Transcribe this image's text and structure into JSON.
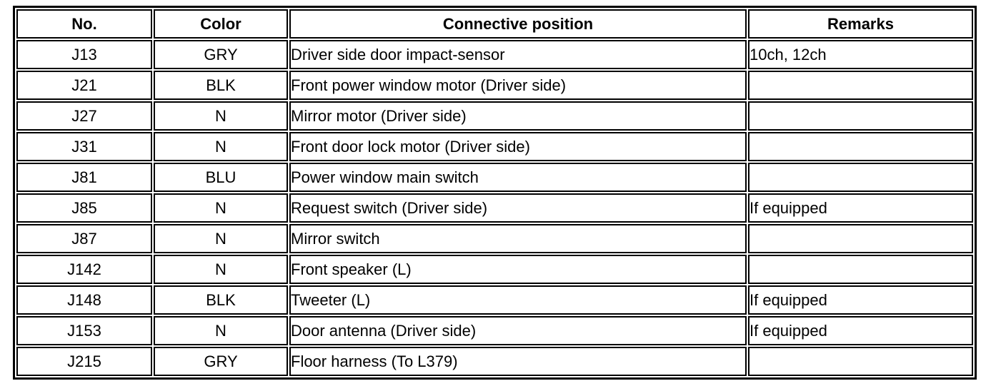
{
  "colors": {
    "border": "#000000",
    "background": "#ffffff",
    "text": "#000000"
  },
  "table": {
    "headers": [
      "No.",
      "Color",
      "Connective position",
      "Remarks"
    ],
    "rows": [
      {
        "no": "J13",
        "color": "GRY",
        "position": "Driver side door impact-sensor",
        "remarks": "10ch, 12ch"
      },
      {
        "no": "J21",
        "color": "BLK",
        "position": "Front power window motor (Driver side)",
        "remarks": ""
      },
      {
        "no": "J27",
        "color": "N",
        "position": "Mirror motor (Driver side)",
        "remarks": ""
      },
      {
        "no": "J31",
        "color": "N",
        "position": "Front door lock motor (Driver side)",
        "remarks": ""
      },
      {
        "no": "J81",
        "color": "BLU",
        "position": "Power window main switch",
        "remarks": ""
      },
      {
        "no": "J85",
        "color": "N",
        "position": "Request switch (Driver side)",
        "remarks": "If equipped"
      },
      {
        "no": "J87",
        "color": "N",
        "position": "Mirror switch",
        "remarks": ""
      },
      {
        "no": "J142",
        "color": "N",
        "position": "Front speaker (L)",
        "remarks": ""
      },
      {
        "no": "J148",
        "color": "BLK",
        "position": "Tweeter (L)",
        "remarks": "If equipped"
      },
      {
        "no": "J153",
        "color": "N",
        "position": "Door antenna (Driver side)",
        "remarks": "If equipped"
      },
      {
        "no": "J215",
        "color": "GRY",
        "position": "Floor harness (To L379)",
        "remarks": ""
      }
    ]
  }
}
